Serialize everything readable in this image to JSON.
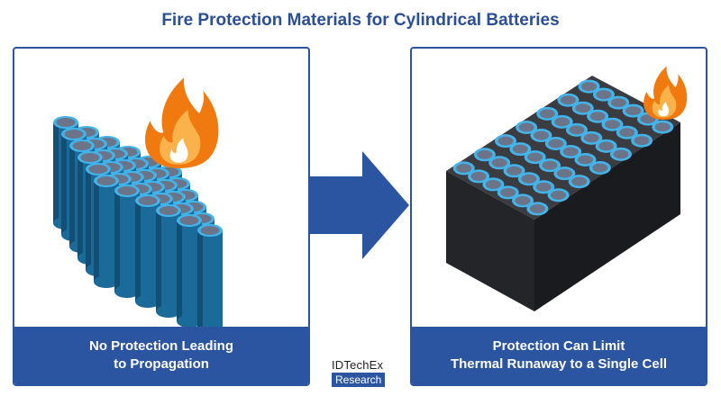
{
  "title": "Fire Protection Materials for Cylindrical Batteries",
  "left_panel": {
    "caption_line1": "No Protection Leading",
    "caption_line2": "to Propagation"
  },
  "right_panel": {
    "caption_line1": "Protection Can Limit",
    "caption_line2": "Thermal Runaway to a Single Cell"
  },
  "logo": {
    "name": "IDTechEx",
    "tagline": "Research"
  },
  "colors": {
    "title": "#2a4f97",
    "accent_blue": "#2b55a1",
    "cell_body": "#1a6b9a",
    "cell_ring": "#43b4ea",
    "cell_top": "#6b7489",
    "casing": "#2e2f33",
    "flame_outer": "#f07a10",
    "flame_inner": "#fbb24a"
  },
  "icons": [
    "fire-icon",
    "right-arrow-icon"
  ]
}
